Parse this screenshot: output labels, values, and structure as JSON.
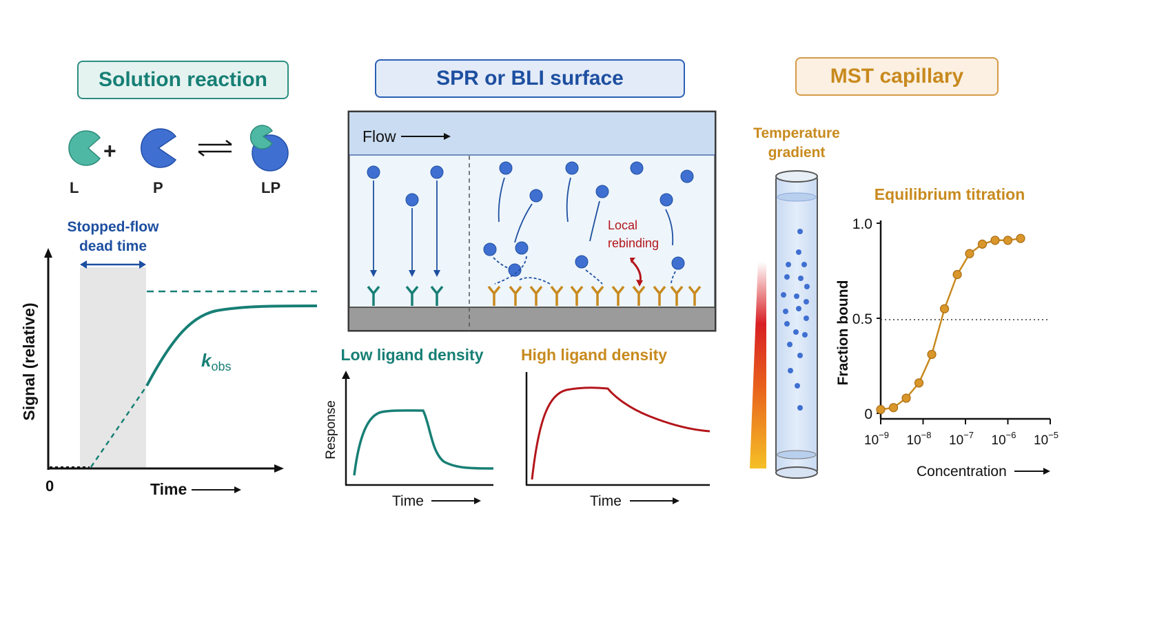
{
  "colors": {
    "teal": "#177f75",
    "blue": "#1d4fa0",
    "orange": "#c88a1e",
    "red": "#b3151b",
    "gray": "#6a6a6a"
  },
  "panel1": {
    "title": "Solution reaction",
    "reaction": {
      "ligand": "L",
      "protein": "P",
      "complex": "LP",
      "plus": "+"
    },
    "annotation": "Stopped-flow dead time",
    "annotation_line1": "Stopped-flow",
    "annotation_line2": "dead time",
    "ylabel": "Signal (relative)",
    "xlabel": "Time",
    "origin": "0",
    "kobs_k": "k",
    "kobs_sub": "obs"
  },
  "panel2": {
    "title": "SPR or BLI surface",
    "flow_label": "Flow",
    "rebinding_line1": "Local",
    "rebinding_line2": "rebinding",
    "low_title": "Low ligand density",
    "high_title": "High ligand density",
    "ylabel": "Response",
    "xlabel_low": "Time",
    "xlabel_high": "Time"
  },
  "panel3": {
    "title": "MST capillary",
    "gradient_line1": "Temperature",
    "gradient_line2": "gradient",
    "chart_title": "Equilibrium titration",
    "ylabel": "Fraction bound",
    "xlabel": "Concentration",
    "yticks": [
      "0",
      "0.5",
      "1.0"
    ],
    "xticks": [
      "10",
      "10",
      "10",
      "10",
      "10"
    ],
    "xtick_exponents": [
      "−9",
      "−8",
      "−7",
      "−6",
      "−5"
    ]
  },
  "chart_data": [
    {
      "type": "line",
      "title": "Equilibrium titration",
      "xlabel": "Concentration",
      "ylabel": "Fraction bound",
      "xscale": "log",
      "xlim": [
        1e-09,
        1e-05
      ],
      "ylim": [
        0,
        1.0
      ],
      "reference_line_y": 0.5,
      "series": [
        {
          "x": [
            1e-09,
            2e-09,
            4e-09,
            8e-09,
            1.6e-08,
            3.2e-08,
            6.4e-08,
            1.25e-07,
            2.5e-07,
            5e-07,
            1e-06,
            2e-06
          ],
          "y": [
            0.02,
            0.03,
            0.08,
            0.16,
            0.31,
            0.55,
            0.73,
            0.84,
            0.89,
            0.91,
            0.91,
            0.92
          ]
        }
      ]
    },
    {
      "type": "line",
      "title": "",
      "xlabel": "Time",
      "ylabel": "Signal (relative)",
      "series": [
        {
          "x": [
            0,
            0.2,
            0.4,
            0.6,
            0.8,
            1.0,
            1.2,
            1.5,
            2.0,
            2.5,
            3.0
          ],
          "y": [
            0,
            0.05,
            0.1,
            0.15,
            0.2,
            0.35,
            0.55,
            0.72,
            0.86,
            0.92,
            0.94
          ]
        }
      ]
    }
  ]
}
